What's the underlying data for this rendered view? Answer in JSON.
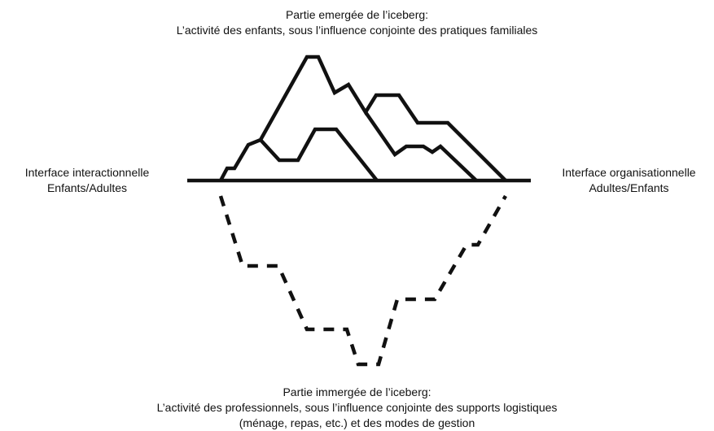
{
  "top_caption": {
    "line1": "Partie emergée de l’iceberg:",
    "line2": "L’activité des enfants, sous l’influence conjointe des pratiques familiales"
  },
  "left_label": {
    "line1": "Interface interactionnelle",
    "line2": "Enfants/Adultes"
  },
  "right_label": {
    "line1": "Interface organisationnelle",
    "line2": "Adultes/Enfants"
  },
  "bottom_caption": {
    "line1": "Partie immergée de l’iceberg:",
    "line2": "L’activité des professionnels, sous l’influence conjointe des supports logistiques",
    "line3": "(ménage, repas, etc.) et des modes de gestion"
  },
  "colors": {
    "ink": "#111111",
    "background": "#ffffff"
  }
}
